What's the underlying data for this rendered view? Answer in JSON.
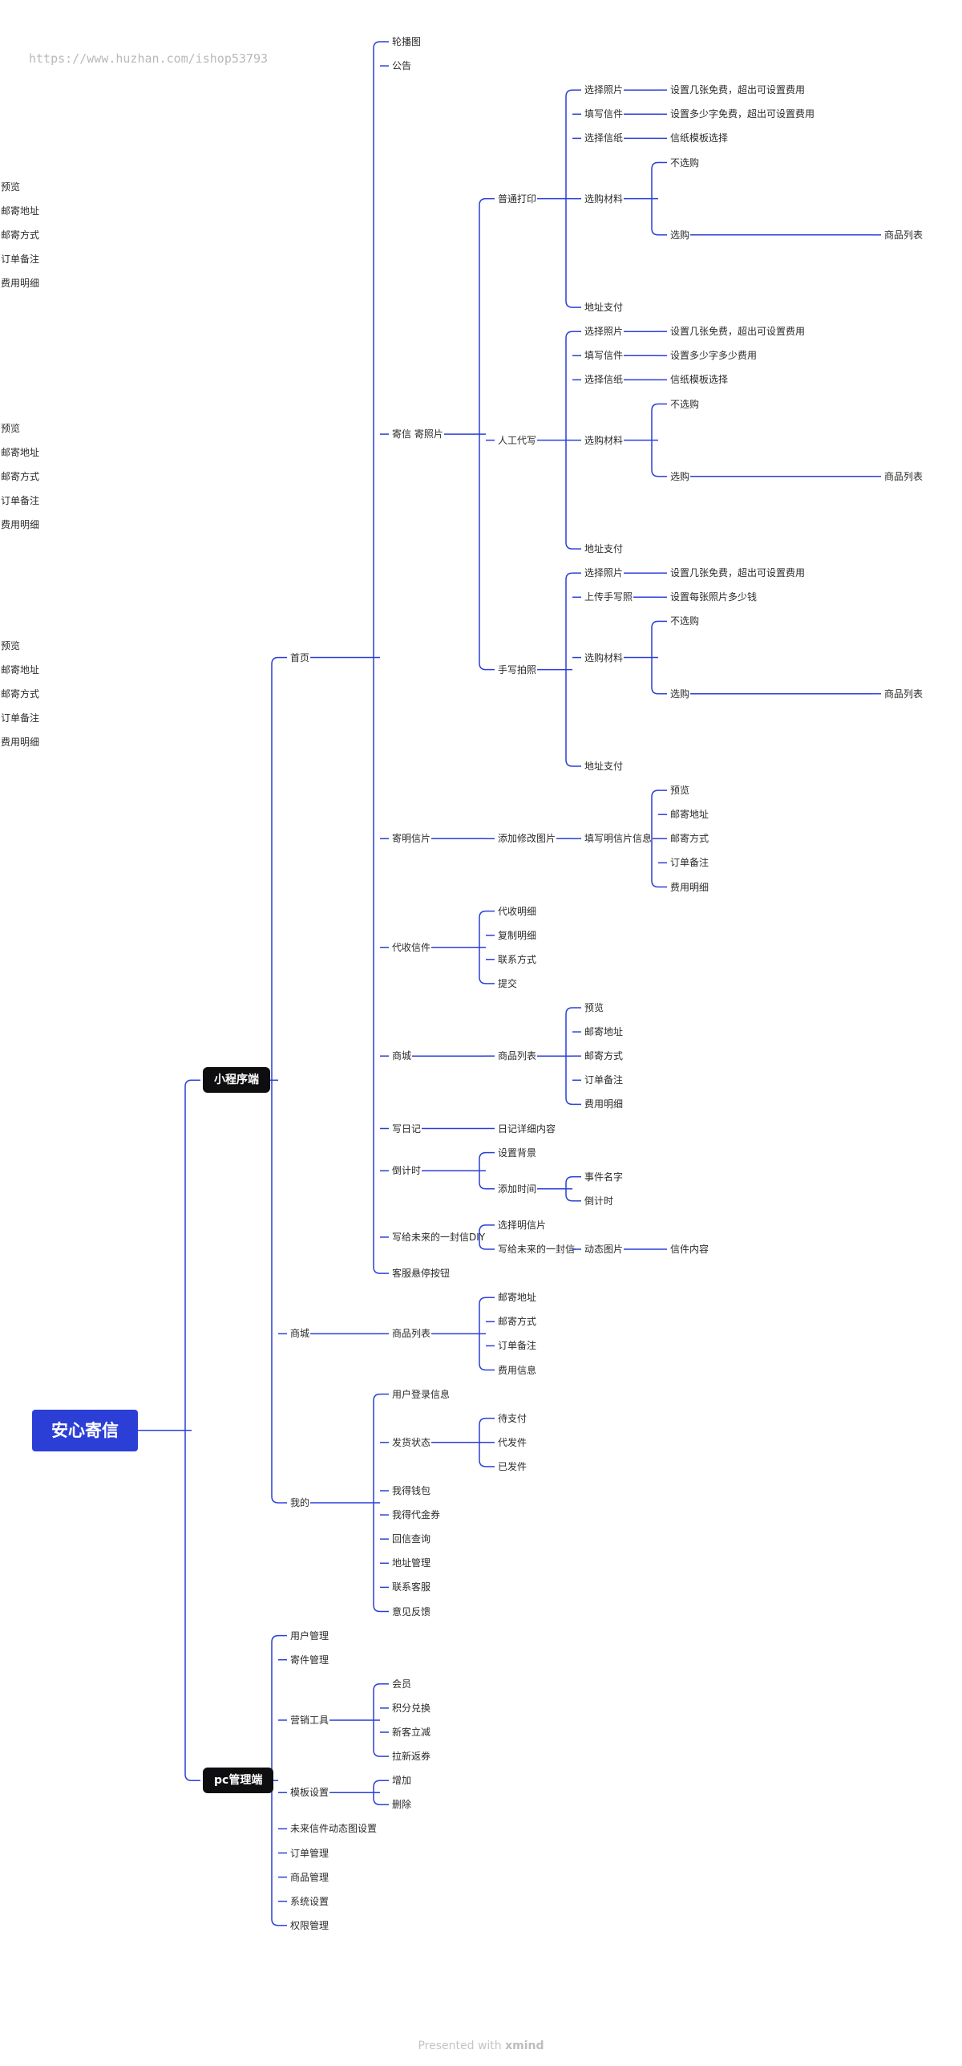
{
  "watermark": "https://www.huzhan.com/ishop53793",
  "footer": {
    "prefix": "Presented with",
    "brand": "xmind"
  },
  "colors": {
    "line": "#2b3fd6",
    "root_bg": "#2b3fd6",
    "main_bg": "#0e0e10"
  },
  "tree": {
    "label": "安心寄信",
    "children": [
      {
        "label": "小程序端",
        "children": [
          {
            "label": "首页",
            "children": [
              {
                "label": "轮播图"
              },
              {
                "label": "公告"
              },
              {
                "label": "寄信 寄照片",
                "children": [
                  {
                    "label": "普通打印",
                    "children": [
                      {
                        "label": "选择照片",
                        "children": [
                          {
                            "label": "设置几张免费，超出可设置费用"
                          }
                        ]
                      },
                      {
                        "label": "填写信件",
                        "children": [
                          {
                            "label": "设置多少字免费，超出可设置费用"
                          }
                        ]
                      },
                      {
                        "label": "选择信纸",
                        "children": [
                          {
                            "label": "信纸模板选择"
                          }
                        ]
                      },
                      {
                        "label": "选购材料",
                        "children": [
                          {
                            "label": "不选购"
                          },
                          {
                            "label": "选购",
                            "children": [
                              {
                                "label": "商品列表",
                                "children": [
                                  {
                                    "label": "预览"
                                  },
                                  {
                                    "label": "邮寄地址"
                                  },
                                  {
                                    "label": "邮寄方式"
                                  },
                                  {
                                    "label": "订单备注"
                                  },
                                  {
                                    "label": "费用明细"
                                  }
                                ]
                              }
                            ]
                          }
                        ]
                      },
                      {
                        "label": "地址支付"
                      }
                    ]
                  },
                  {
                    "label": "人工代写",
                    "children": [
                      {
                        "label": "选择照片",
                        "children": [
                          {
                            "label": "设置几张免费，超出可设置费用"
                          }
                        ]
                      },
                      {
                        "label": "填写信件",
                        "children": [
                          {
                            "label": "设置多少字多少费用"
                          }
                        ]
                      },
                      {
                        "label": "选择信纸",
                        "children": [
                          {
                            "label": "信纸模板选择"
                          }
                        ]
                      },
                      {
                        "label": "选购材料",
                        "children": [
                          {
                            "label": "不选购"
                          },
                          {
                            "label": "选购",
                            "children": [
                              {
                                "label": "商品列表",
                                "children": [
                                  {
                                    "label": "预览"
                                  },
                                  {
                                    "label": "邮寄地址"
                                  },
                                  {
                                    "label": "邮寄方式"
                                  },
                                  {
                                    "label": "订单备注"
                                  },
                                  {
                                    "label": "费用明细"
                                  }
                                ]
                              }
                            ]
                          }
                        ]
                      },
                      {
                        "label": "地址支付"
                      }
                    ]
                  },
                  {
                    "label": "手写拍照",
                    "children": [
                      {
                        "label": "选择照片",
                        "children": [
                          {
                            "label": "设置几张免费，超出可设置费用"
                          }
                        ]
                      },
                      {
                        "label": "上传手写照",
                        "children": [
                          {
                            "label": "设置每张照片多少钱"
                          }
                        ]
                      },
                      {
                        "label": "选购材料",
                        "children": [
                          {
                            "label": "不选购"
                          },
                          {
                            "label": "选购",
                            "children": [
                              {
                                "label": "商品列表",
                                "children": [
                                  {
                                    "label": "预览"
                                  },
                                  {
                                    "label": "邮寄地址"
                                  },
                                  {
                                    "label": "邮寄方式"
                                  },
                                  {
                                    "label": "订单备注"
                                  },
                                  {
                                    "label": "费用明细"
                                  }
                                ]
                              }
                            ]
                          }
                        ]
                      },
                      {
                        "label": "地址支付"
                      }
                    ]
                  }
                ]
              },
              {
                "label": "寄明信片",
                "children": [
                  {
                    "label": "添加修改图片",
                    "children": [
                      {
                        "label": "填写明信片信息",
                        "children": [
                          {
                            "label": "预览"
                          },
                          {
                            "label": "邮寄地址"
                          },
                          {
                            "label": "邮寄方式"
                          },
                          {
                            "label": "订单备注"
                          },
                          {
                            "label": "费用明细"
                          }
                        ]
                      }
                    ]
                  }
                ]
              },
              {
                "label": "代收信件",
                "children": [
                  {
                    "label": "代收明细"
                  },
                  {
                    "label": "复制明细"
                  },
                  {
                    "label": "联系方式"
                  },
                  {
                    "label": "提交"
                  }
                ]
              },
              {
                "label": "商城",
                "children": [
                  {
                    "label": "商品列表",
                    "children": [
                      {
                        "label": "预览"
                      },
                      {
                        "label": "邮寄地址"
                      },
                      {
                        "label": "邮寄方式"
                      },
                      {
                        "label": "订单备注"
                      },
                      {
                        "label": "费用明细"
                      }
                    ]
                  }
                ]
              },
              {
                "label": "写日记",
                "children": [
                  {
                    "label": "日记详细内容"
                  }
                ]
              },
              {
                "label": "倒计时",
                "children": [
                  {
                    "label": "设置背景"
                  },
                  {
                    "label": "添加时间",
                    "children": [
                      {
                        "label": "事件名字"
                      },
                      {
                        "label": "倒计时"
                      }
                    ]
                  }
                ]
              },
              {
                "label": "写给未来的一封信DIY",
                "children": [
                  {
                    "label": "选择明信片"
                  },
                  {
                    "label": "写给未来的一封信",
                    "children": [
                      {
                        "label": "动态图片",
                        "children": [
                          {
                            "label": "信件内容"
                          }
                        ]
                      }
                    ]
                  }
                ]
              },
              {
                "label": "客服悬停按钮"
              }
            ]
          },
          {
            "label": "商城",
            "children": [
              {
                "label": "商品列表",
                "children": [
                  {
                    "label": "邮寄地址"
                  },
                  {
                    "label": "邮寄方式"
                  },
                  {
                    "label": "订单备注"
                  },
                  {
                    "label": "费用信息"
                  }
                ]
              }
            ]
          },
          {
            "label": "我的",
            "children": [
              {
                "label": "用户登录信息"
              },
              {
                "label": "发货状态",
                "children": [
                  {
                    "label": "待支付"
                  },
                  {
                    "label": "代发件"
                  },
                  {
                    "label": "已发件"
                  }
                ]
              },
              {
                "label": "我得钱包"
              },
              {
                "label": "我得代金券"
              },
              {
                "label": "回信查询"
              },
              {
                "label": "地址管理"
              },
              {
                "label": "联系客服"
              },
              {
                "label": "意见反馈"
              }
            ]
          }
        ]
      },
      {
        "label": "pc管理端",
        "children": [
          {
            "label": "用户管理"
          },
          {
            "label": "寄件管理"
          },
          {
            "label": "营销工具",
            "children": [
              {
                "label": "会员"
              },
              {
                "label": "积分兑换"
              },
              {
                "label": "新客立减"
              },
              {
                "label": "拉新返券"
              }
            ]
          },
          {
            "label": "模板设置",
            "children": [
              {
                "label": "增加"
              },
              {
                "label": "删除"
              }
            ]
          },
          {
            "label": "未来信件动态图设置"
          },
          {
            "label": "订单管理"
          },
          {
            "label": "商品管理"
          },
          {
            "label": "系统设置"
          },
          {
            "label": "权限管理"
          }
        ]
      }
    ]
  }
}
